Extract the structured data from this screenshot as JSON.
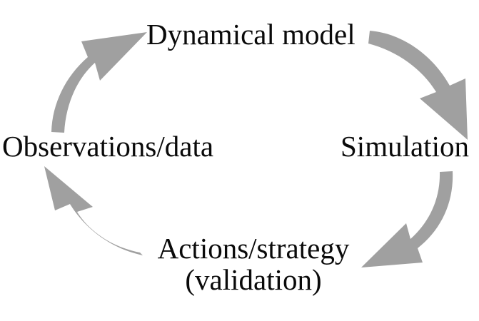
{
  "diagram": {
    "type": "cycle-loop",
    "title": "",
    "background_color": "#ffffff",
    "arrow_color": "#a0a0a0",
    "text_color": "#0a0a0a",
    "nodes": [
      {
        "id": "dynamical-model",
        "label": "Dynamical model",
        "position": "top"
      },
      {
        "id": "simulation",
        "label": "Simulation",
        "position": "right"
      },
      {
        "id": "actions-strategy",
        "label_line1": "Actions/strategy",
        "label_line2": "(validation)",
        "position": "bottom"
      },
      {
        "id": "observations-data",
        "label": "Observations/data",
        "position": "left"
      }
    ],
    "arrows": [
      {
        "id": "arrow-model-to-simulation",
        "from": "dynamical-model",
        "to": "simulation",
        "direction": "clockwise",
        "quadrant": "top-right"
      },
      {
        "id": "arrow-simulation-to-actions",
        "from": "simulation",
        "to": "actions-strategy",
        "direction": "clockwise",
        "quadrant": "bottom-right"
      },
      {
        "id": "arrow-actions-to-observations",
        "from": "actions-strategy",
        "to": "observations-data",
        "direction": "clockwise",
        "quadrant": "bottom-left"
      },
      {
        "id": "arrow-observations-to-model",
        "from": "observations-data",
        "to": "dynamical-model",
        "direction": "clockwise",
        "quadrant": "top-left"
      }
    ]
  }
}
